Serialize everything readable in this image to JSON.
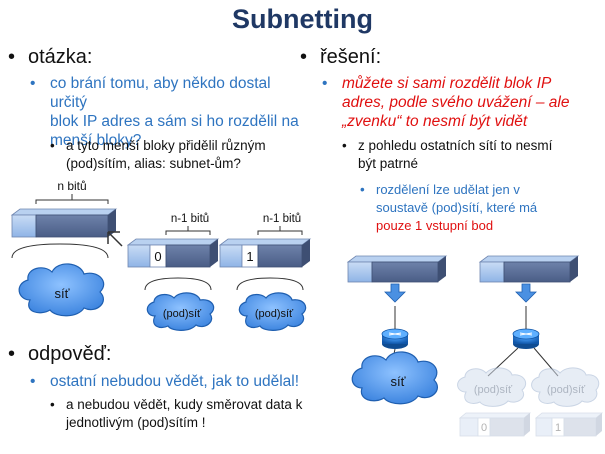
{
  "title": "Subnetting",
  "left": {
    "heading": "otázka:",
    "question": [
      "co brání tomu, aby někdo dostal určitý",
      "blok IP adres a sám si ho rozdělil na",
      "menší bloky?"
    ],
    "sub": [
      "a tyto menší bloky přidělil různým",
      "(pod)sítím, alias: subnet-ům?"
    ],
    "diagram": {
      "n_bits": "n bitů",
      "n1_bits": "n-1 bitů",
      "net": "síť",
      "subnet": "(pod)síť",
      "zero": "0",
      "one": "1"
    },
    "answer_heading": "odpověď:",
    "answer": "ostatní nebudou vědět, jak to udělal!",
    "answer_sub": [
      "a nebudou vědět, kudy směrovat data k",
      "jednotlivým (pod)sítím !"
    ]
  },
  "right": {
    "heading": "řešení:",
    "solution": [
      "můžete si sami rozdělit blok IP",
      "adres, podle svého uvážení – ale",
      "„zvenku“ to nesmí být vidět"
    ],
    "sub": [
      "z pohledu ostatních sítí to nesmí",
      "být patrné"
    ],
    "subsub_1": "rozdělení lze udělat jen v",
    "subsub_2": "soustavě (pod)sítí, které má",
    "subsub_3": "pouze 1 vstupní bod",
    "diagram": {
      "net": "síť",
      "subnet": "(pod)síť",
      "zero": "0",
      "one": "1"
    }
  },
  "colors": {
    "title": "#1f3864",
    "blue_text": "#2e74c0",
    "red_text": "#e01010",
    "block_light": "#a9c7ee",
    "block_dark": "#566a94",
    "router": "#1f6fc0"
  }
}
